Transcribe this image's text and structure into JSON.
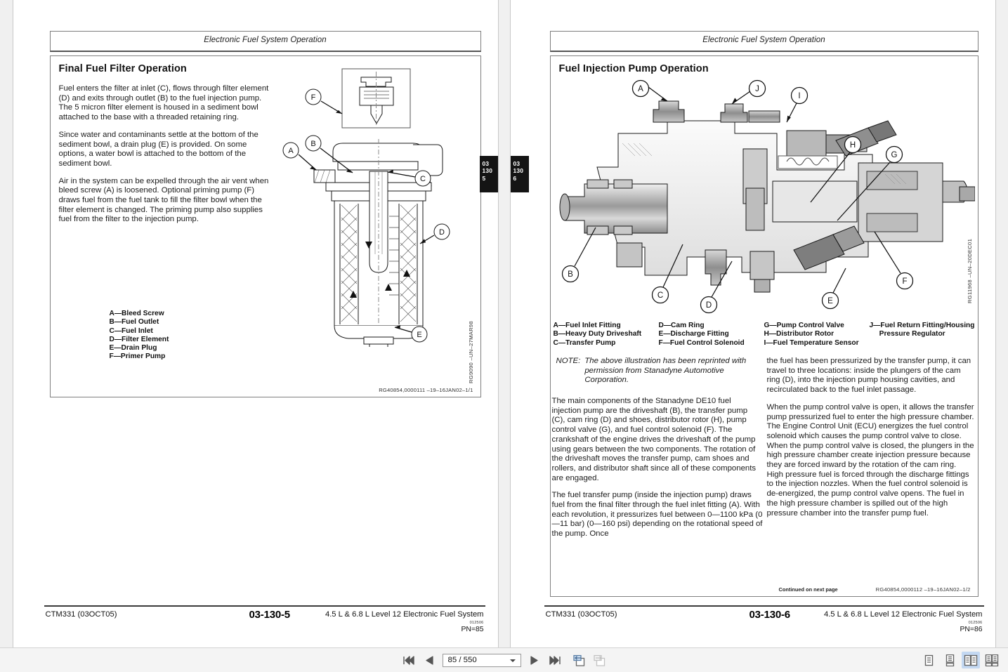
{
  "viewer": {
    "toolbar": {
      "first_page_label": "First page",
      "prev_page_label": "Previous page",
      "next_page_label": "Next page",
      "last_page_label": "Last page",
      "page_value": "85 / 550",
      "fit_label": "Fit page",
      "copy_label": "Copy view",
      "layouts": [
        {
          "name": "single-page",
          "label": "Single page",
          "selected": false
        },
        {
          "name": "continuous-page",
          "label": "Continuous",
          "selected": false
        },
        {
          "name": "two-page-spread",
          "label": "Two page spread",
          "selected": true
        },
        {
          "name": "continuous-two-page",
          "label": "Continuous facing",
          "selected": false
        }
      ]
    }
  },
  "left_page": {
    "running_head": "Electronic Fuel System Operation",
    "section_title": "Final Fuel Filter Operation",
    "paragraphs": [
      "Fuel enters the filter at inlet (C), flows through filter element (D) and exits through outlet (B) to the fuel injection pump. The 5 micron filter element is housed in a sediment bowl attached to the base with a threaded retaining ring.",
      "Since water and contaminants settle at the bottom of the sediment bowl, a drain plug (E) is provided. On some options, a water bowl is attached to the bottom of the sediment bowl.",
      "Air in the system can be expelled through the air vent when bleed screw (A) is loosened. Optional priming pump (F) draws fuel from the fuel tank to fill the filter bowl when the filter element is changed. The priming pump also supplies fuel from the filter to the injection pump."
    ],
    "key": [
      "A—Bleed Screw",
      "B—Fuel Outlet",
      "C—Fuel Inlet",
      "D—Filter Element",
      "E—Drain Plug",
      "F—Primer Pump"
    ],
    "figure_id": "RG9090  –UN–27MAR98",
    "stamp": "RG40854,0000111   –19–16JAN02–1/1",
    "tab": [
      "03",
      "130",
      "5"
    ],
    "footer": {
      "document": "CTM331 (03OCT05)",
      "page_number": "03-130-5",
      "title": "4.5 L & 6.8 L Level 12 Electronic Fuel System",
      "date_code": "012506",
      "pn": "PN=85"
    }
  },
  "right_page": {
    "running_head": "Electronic Fuel System Operation",
    "section_title": "Fuel Injection Pump Operation",
    "key_columns": [
      [
        "A—Fuel Inlet Fitting",
        "B—Heavy Duty Driveshaft",
        "C—Transfer Pump"
      ],
      [
        "D—Cam Ring",
        "E—Discharge Fitting",
        "F—Fuel Control Solenoid"
      ],
      [
        "G—Pump Control Valve",
        "H—Distributor Rotor",
        "I—Fuel Temperature Sensor"
      ],
      [
        "J—Fuel Return Fitting/Housing",
        "     Pressure Regulator"
      ]
    ],
    "note_label": "NOTE:",
    "note_text": "The above illustration has been reprinted with permission from Stanadyne Automotive Corporation.",
    "left_column": [
      "The main components of the Stanadyne DE10 fuel injection pump are the driveshaft (B), the transfer pump (C), cam ring (D) and shoes, distributor rotor (H), pump control valve (G), and fuel control solenoid (F). The crankshaft of the engine drives the driveshaft of the pump using gears between the two components. The rotation of the driveshaft moves the transfer pump, cam shoes and rollers, and distributor shaft since all of these components are engaged.",
      "The fuel transfer pump (inside the injection pump) draws fuel from the final filter through the fuel inlet fitting (A). With each revolution, it pressurizes fuel between 0—1100 kPa (0—11 bar) (0—160 psi) depending on the rotational speed of the pump. Once"
    ],
    "right_column": [
      "the fuel has been pressurized by the transfer pump, it can travel to three locations: inside the plungers of the cam ring (D), into the injection pump housing cavities, and recirculated back to the fuel inlet passage.",
      "When the pump control valve is open, it allows the transfer pump pressurized fuel to enter the high pressure chamber. The Engine Control Unit (ECU) energizes the fuel control solenoid which causes the pump control valve to close. When the pump control valve is closed, the plungers in the high pressure chamber create injection pressure because they are forced inward by the rotation of the cam ring. High pressure fuel is forced through the discharge fittings to the injection nozzles. When the fuel control solenoid is de-energized, the pump control valve opens. The fuel in the high pressure chamber is spilled out of the high pressure chamber into the transfer pump fuel."
    ],
    "figure_id": "RG11968  –UN–20DEC01",
    "continued": "Continued on next page",
    "stamp": "RG40854,0000112   –19–16JAN02–1/2",
    "tab": [
      "03",
      "130",
      "6"
    ],
    "footer": {
      "document": "CTM331 (03OCT05)",
      "page_number": "03-130-6",
      "title": "4.5 L & 6.8 L Level 12 Electronic Fuel System",
      "date_code": "012506",
      "pn": "PN=86"
    }
  }
}
